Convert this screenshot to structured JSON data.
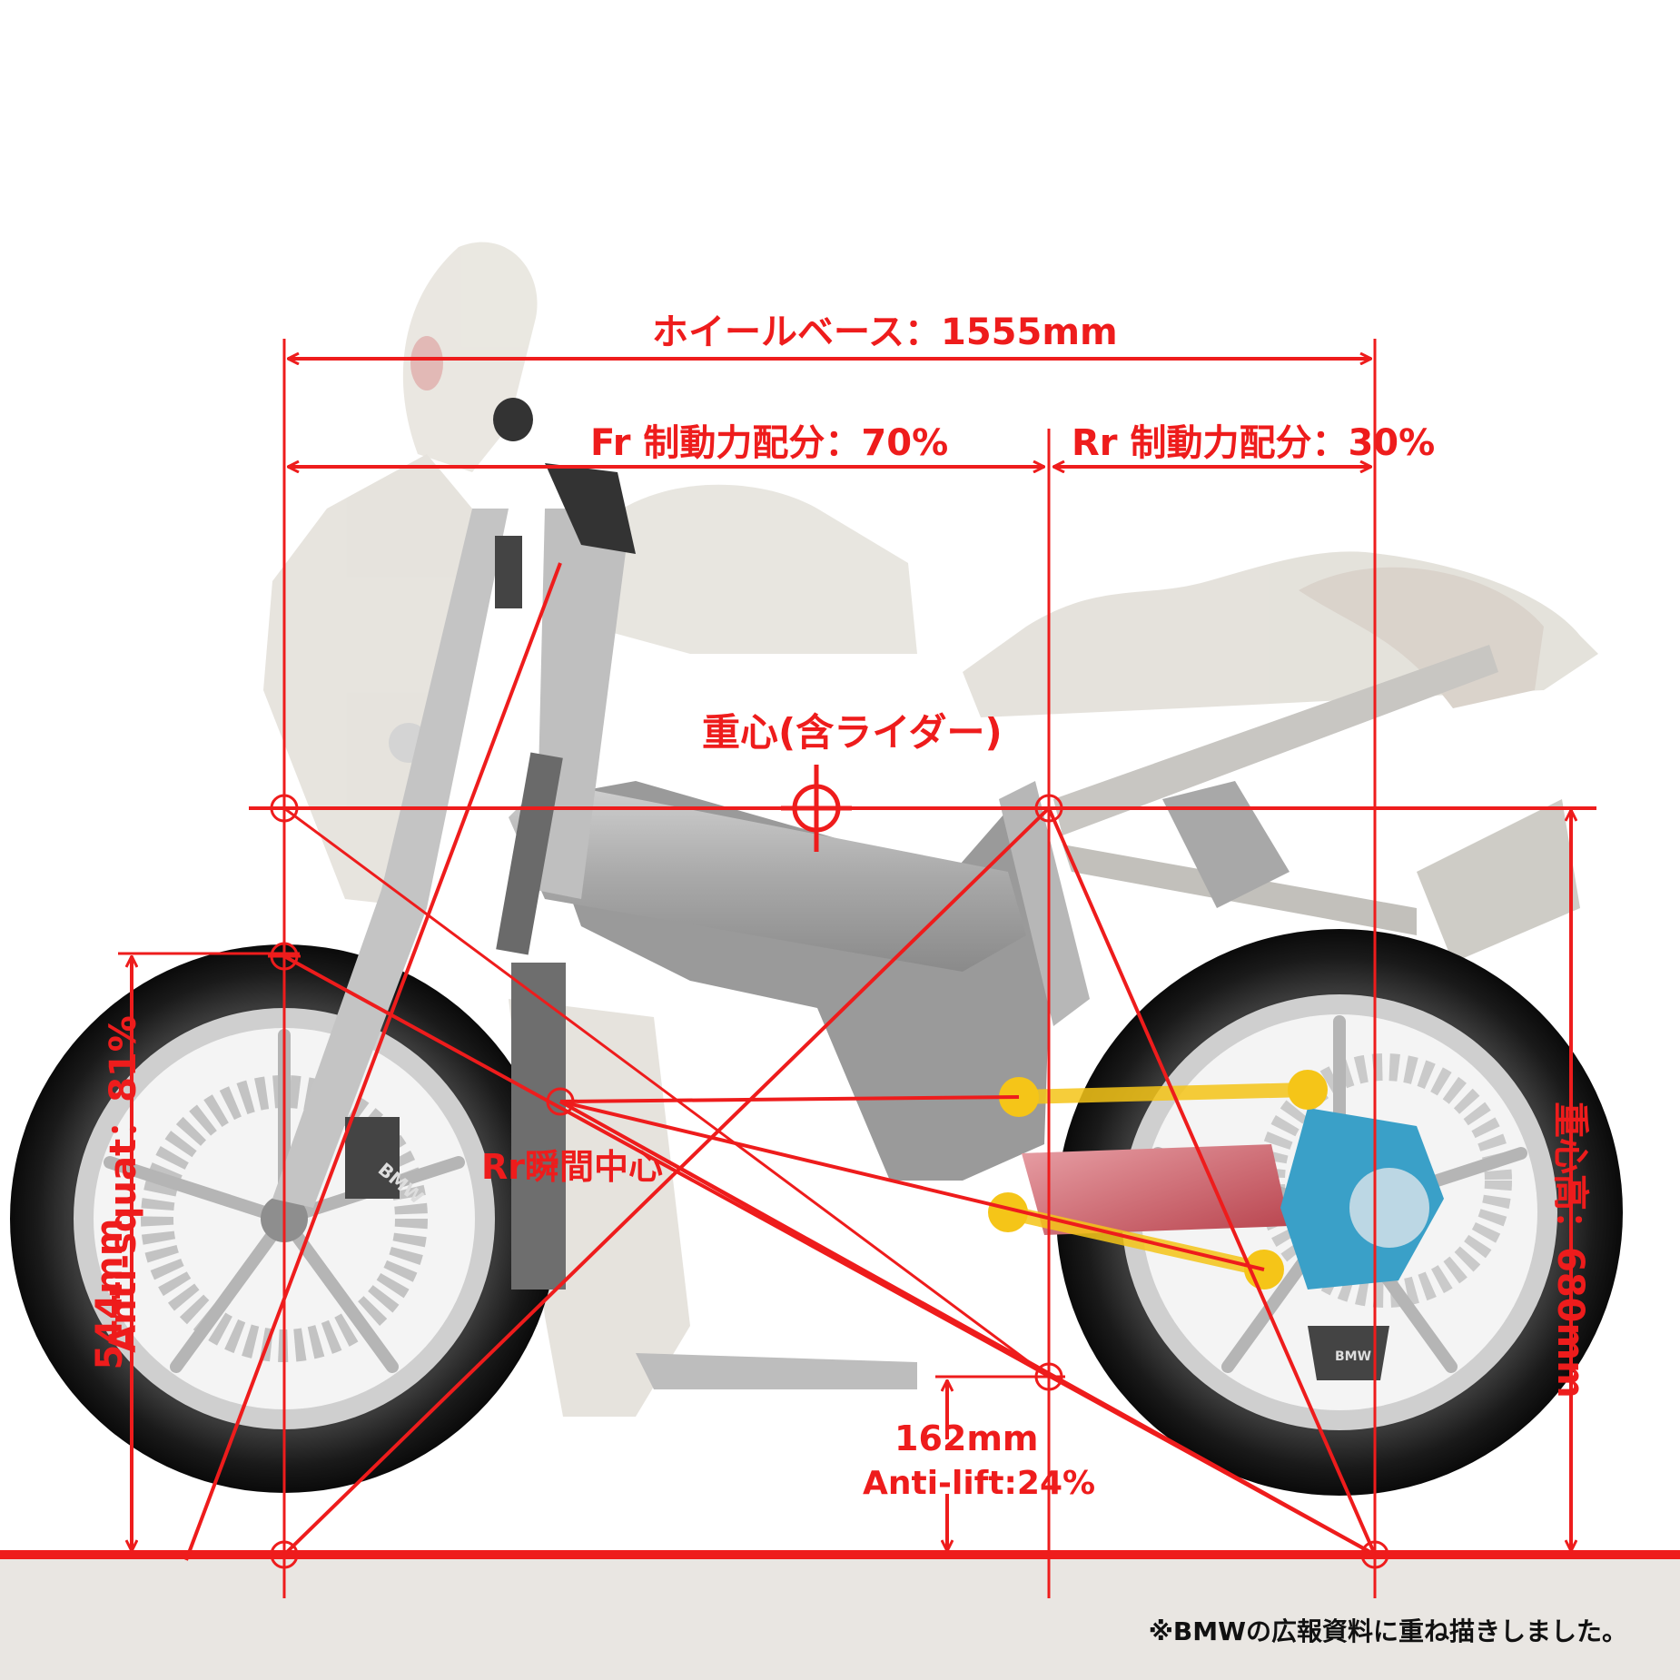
{
  "diagram": {
    "labels": {
      "wheelbase": "ホイールベース：1555mm",
      "front_brake": "Fr 制動力配分：70%",
      "rear_brake": "Rr 制動力配分：30%",
      "center_of_gravity": "重心(含ライダー)",
      "rear_instant_center": "Rr瞬間中心",
      "anti_lift_height": "162mm",
      "anti_lift_percent": "Anti-lift:24%",
      "anti_squat_height": "544mm",
      "anti_squat_percent": "Anti-squat：81%",
      "cog_height": "重心高：680mm"
    },
    "footnote": "※BMWの広報資料に重ね描きしました。",
    "brand_marks": [
      "BMW",
      "BMW"
    ],
    "colors": {
      "annotation": "#ee1c1c",
      "link_highlight": "#f5c518",
      "swingarm": "#d9606a",
      "final_drive": "#3aa0c8",
      "ground_band": "#e9e6e2",
      "fairing": "#e4e1da"
    }
  }
}
